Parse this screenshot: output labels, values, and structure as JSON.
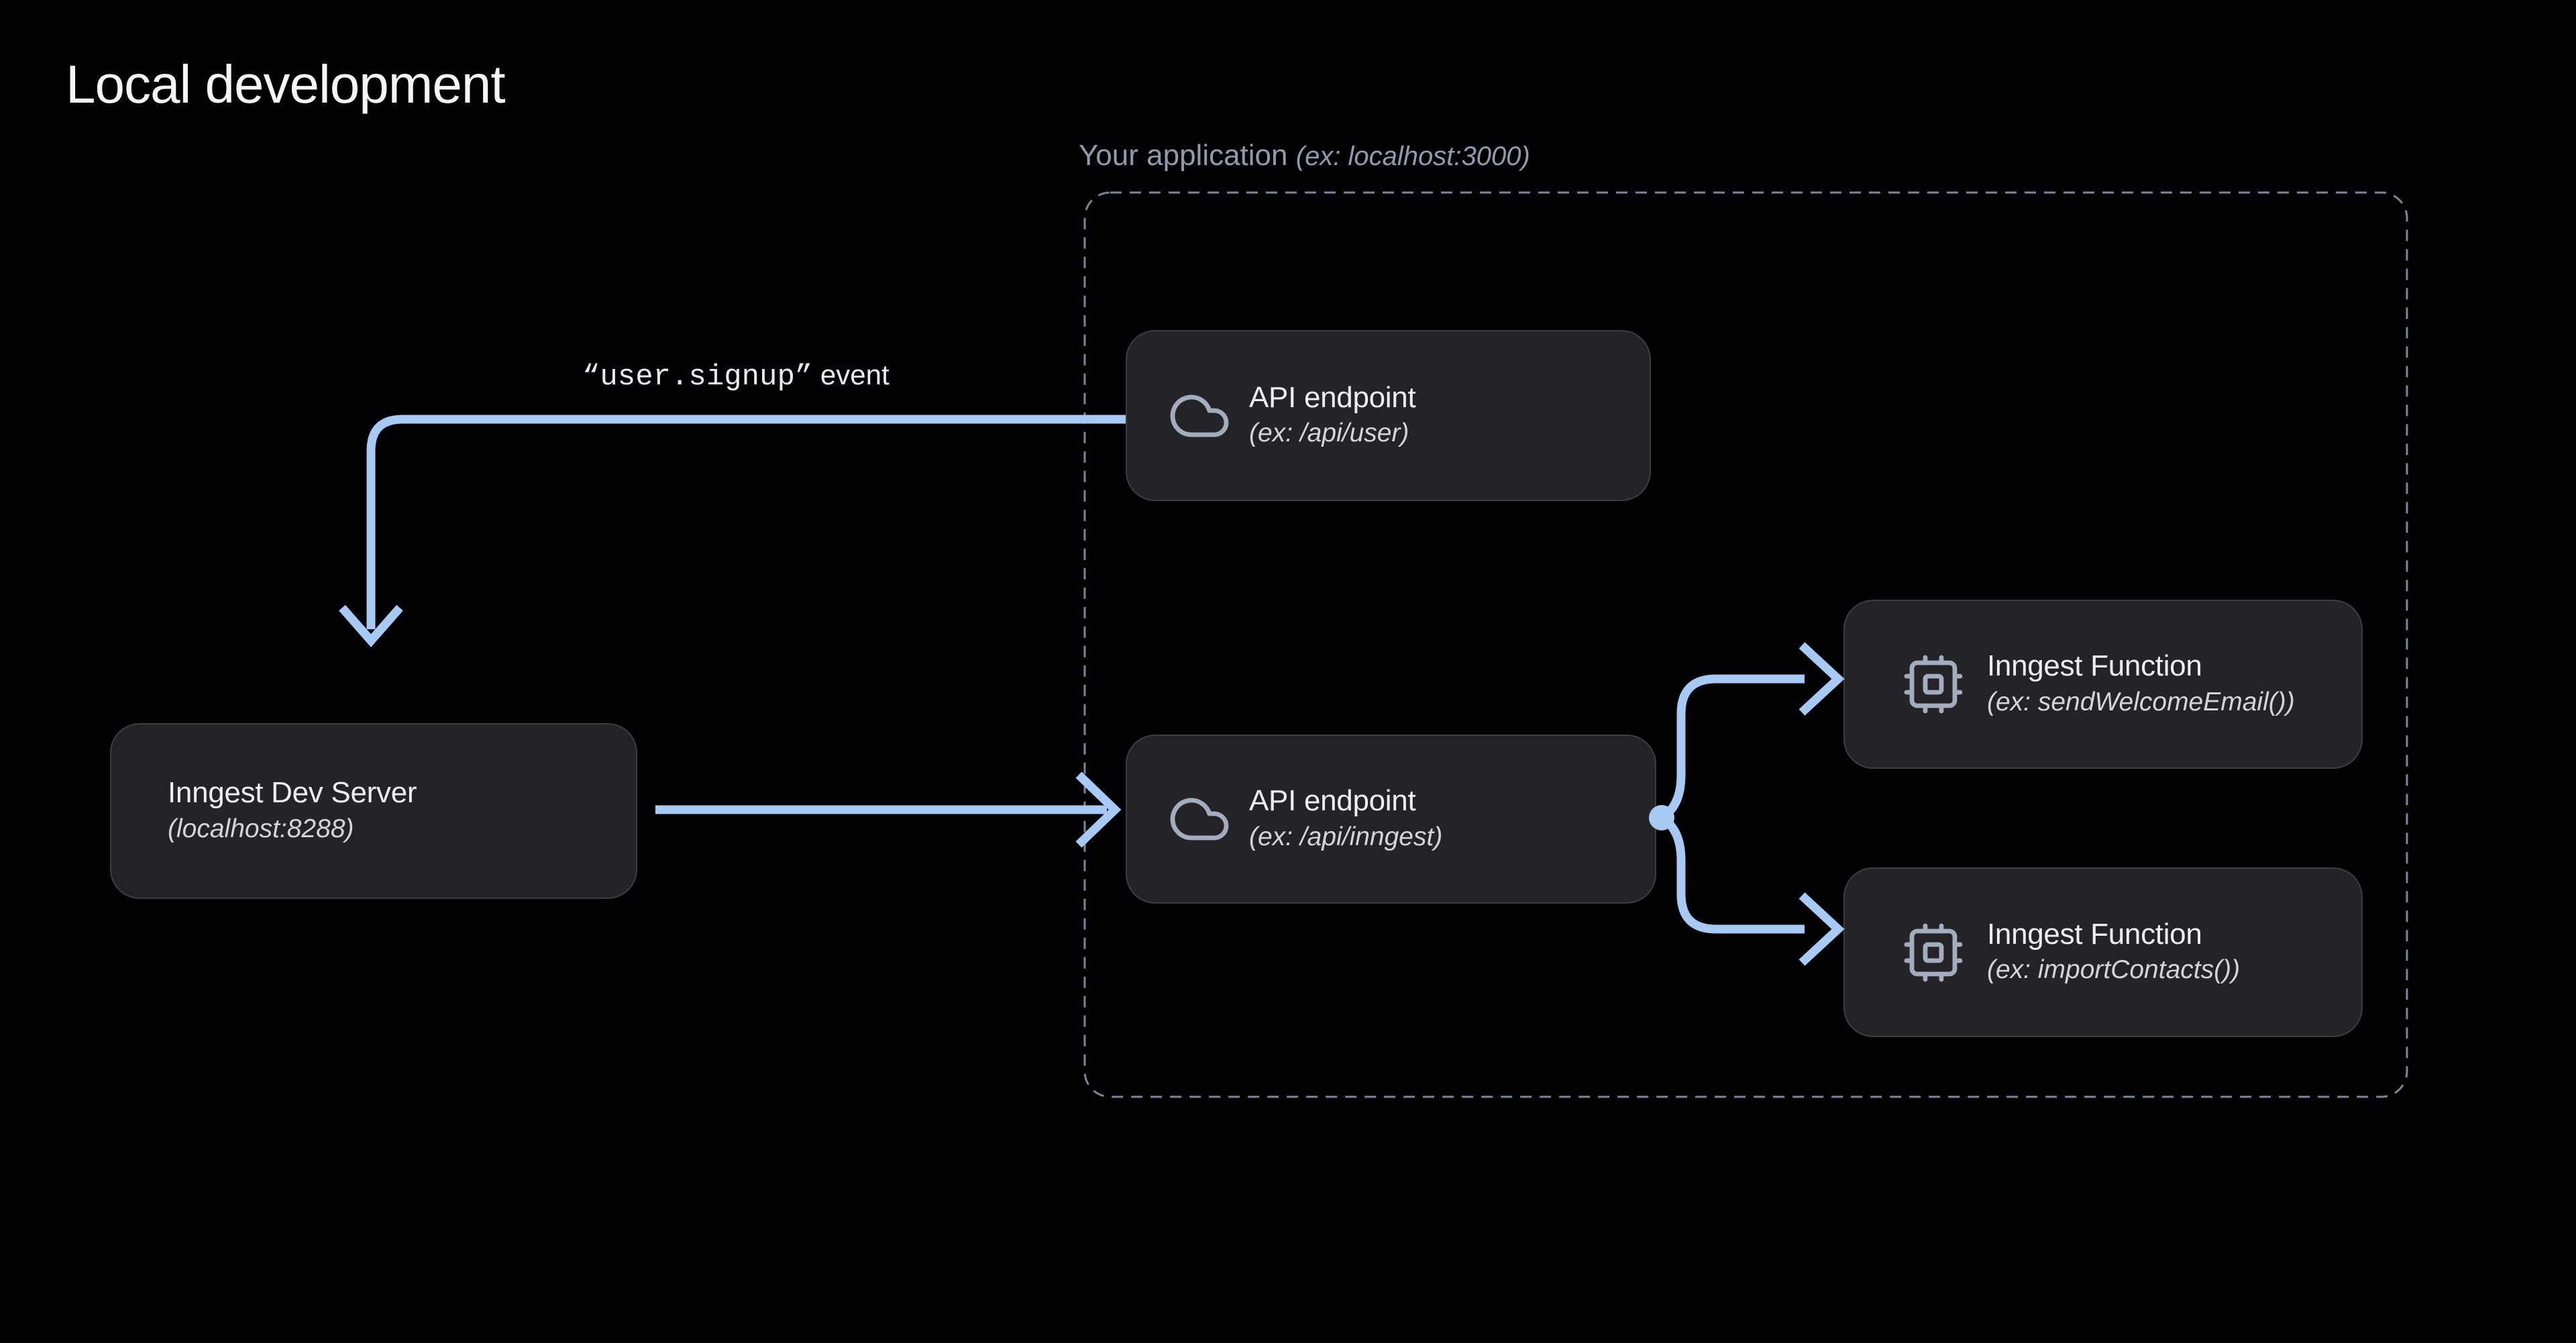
{
  "title": "Local development",
  "colors": {
    "background": "#020204",
    "accent": "#a7caf4",
    "muted": "#929bad",
    "box_fill": "#242428",
    "box_border": "#3d3e44",
    "dashed_border": "#7d8698",
    "text_primary": "#edeef0",
    "text_secondary": "#d2d5da",
    "icon": "#a3adbd"
  },
  "application": {
    "label": "Your application",
    "label_example": "(ex: localhost:3000)"
  },
  "event_label": {
    "code": "“user.signup”",
    "suffix": " event"
  },
  "nodes": {
    "dev_server": {
      "title": "Inngest Dev Server",
      "subtitle": "(localhost:8288)"
    },
    "api_user": {
      "title": "API endpoint",
      "subtitle": "(ex: /api/user)",
      "icon": "cloud-icon"
    },
    "api_inngest": {
      "title": "API endpoint",
      "subtitle": "(ex: /api/inngest)",
      "icon": "cloud-icon"
    },
    "fn_send_welcome_email": {
      "title": "Inngest Function",
      "subtitle": "(ex: sendWelcomeEmail())",
      "icon": "cpu-chip-icon"
    },
    "fn_import_contacts": {
      "title": "Inngest Function",
      "subtitle": "(ex: importContacts())",
      "icon": "cpu-chip-icon"
    }
  }
}
